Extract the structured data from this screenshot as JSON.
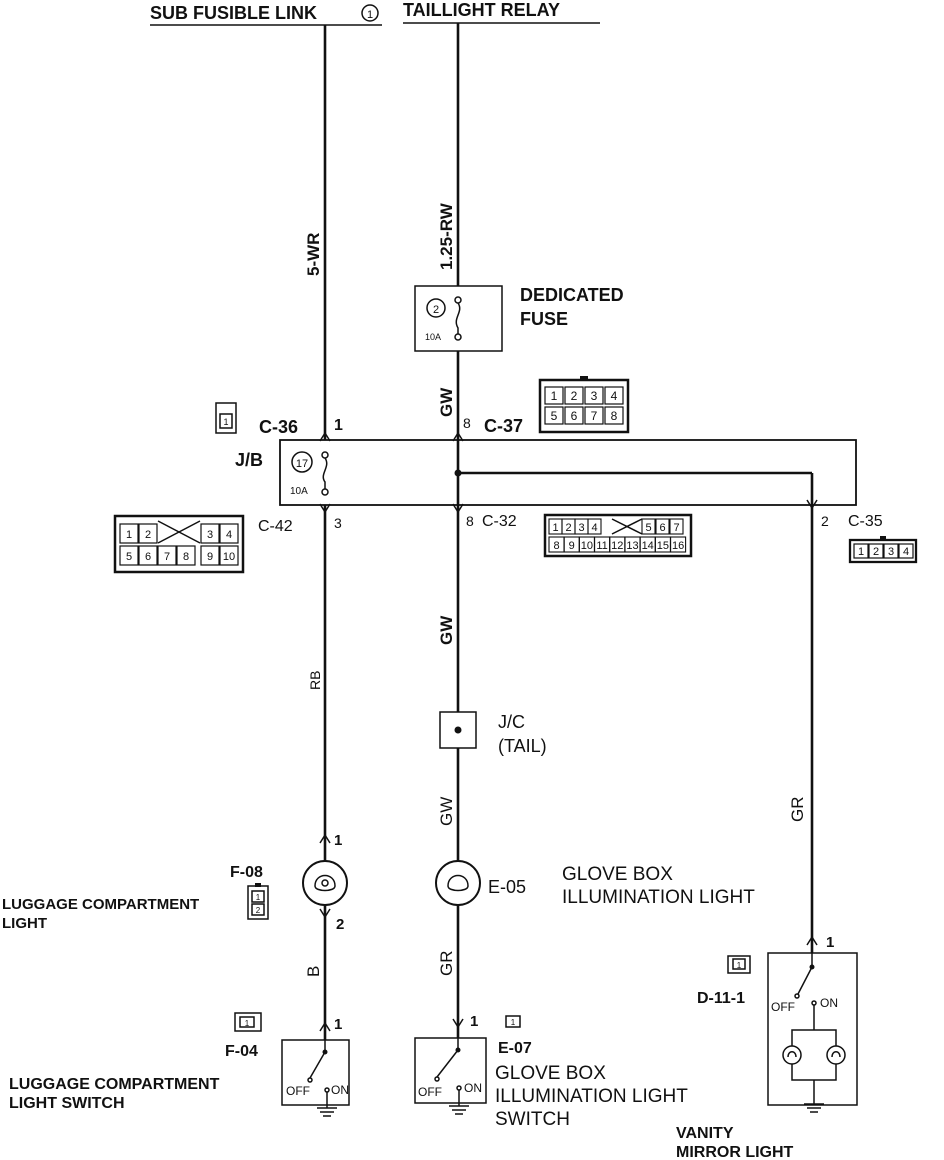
{
  "sources": {
    "sub_fusible_link": "SUB FUSIBLE LINK",
    "sub_fusible_link_no": "1",
    "taillight_relay": "TAILLIGHT RELAY"
  },
  "wires": {
    "w_5wr": "5-WR",
    "w_125rw": "1.25-RW",
    "w_gw_top": "GW",
    "w_rb": "RB",
    "w_gw_mid": "GW",
    "w_gw_low": "GW",
    "w_gr_right": "GR",
    "w_b": "B",
    "w_gr_low": "GR"
  },
  "dedicated_fuse": {
    "label_line1": "DEDICATED",
    "label_line2": "FUSE",
    "number": "2",
    "rating": "10A"
  },
  "junction_block": {
    "label": "J/B",
    "fuse_number": "17",
    "fuse_rating": "10A"
  },
  "connectors": {
    "c36": "C-36",
    "c36_pin": "1",
    "c37": "C-37",
    "c37_pin": "8",
    "c42": "C-42",
    "c42_pin": "3",
    "c32": "C-32",
    "c32_pin": "8",
    "c35": "C-35",
    "c35_pin": "2",
    "c36_cells": [
      "1"
    ],
    "c37_cells": [
      "1",
      "2",
      "3",
      "4",
      "5",
      "6",
      "7",
      "8"
    ],
    "c42_cells": [
      "1",
      "2",
      "3",
      "4",
      "5",
      "6",
      "7",
      "8",
      "9",
      "10"
    ],
    "c32_cells": [
      "1",
      "2",
      "3",
      "4",
      "5",
      "6",
      "7",
      "8",
      "9",
      "10",
      "11",
      "12",
      "13",
      "14",
      "15",
      "16"
    ],
    "c35_cells": [
      "1",
      "2",
      "3",
      "4"
    ],
    "f08_cells": [
      "1",
      "2"
    ],
    "f04_cells": [
      "1"
    ],
    "e07_cells": [
      "1"
    ],
    "d111_cells": [
      "1"
    ]
  },
  "joint_connector": {
    "line1": "J/C",
    "line2": "(TAIL)"
  },
  "luggage_light": {
    "connector": "F-08",
    "label_line1": "LUGGAGE COMPARTMENT",
    "label_line2": "LIGHT",
    "pin_top": "1",
    "pin_bottom": "2"
  },
  "glove_box_light": {
    "connector": "E-05",
    "label_line1": "GLOVE BOX",
    "label_line2": "ILLUMINATION LIGHT"
  },
  "luggage_switch": {
    "connector": "F-04",
    "pin": "1",
    "off": "OFF",
    "on": "ON",
    "label_line1": "LUGGAGE COMPARTMENT",
    "label_line2": "LIGHT SWITCH"
  },
  "glove_box_switch": {
    "connector": "E-07",
    "pin": "1",
    "off": "OFF",
    "on": "ON",
    "label_line1": "GLOVE BOX",
    "label_line2": "ILLUMINATION LIGHT",
    "label_line3": "SWITCH"
  },
  "vanity_mirror": {
    "connector": "D-11-1",
    "pin": "1",
    "off": "OFF",
    "on": "ON",
    "label_line1": "VANITY",
    "label_line2": "MIRROR LIGHT"
  }
}
